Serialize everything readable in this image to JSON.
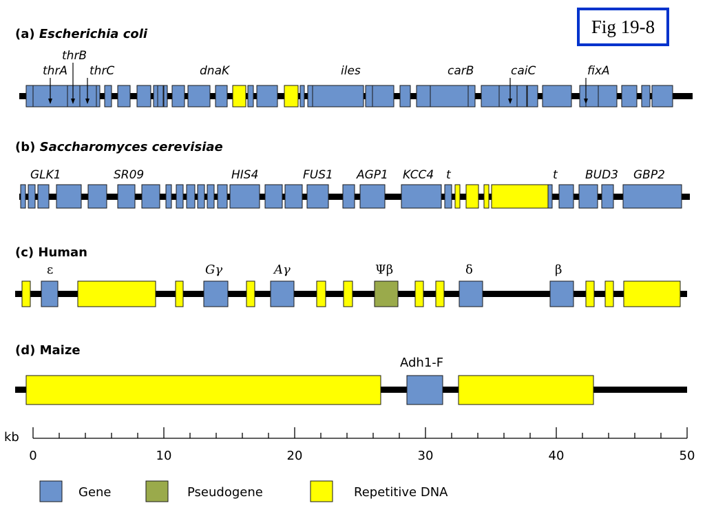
{
  "badge": "Fig 19-8",
  "colors": {
    "gene": "#6b93cd",
    "pseudogene": "#9aaa4b",
    "repeat": "#ffff00",
    "badge_border": "#0033cc"
  },
  "scale": {
    "unit": "kb",
    "min": 0,
    "max": 50,
    "labels": [
      "0",
      "10",
      "20",
      "30",
      "40",
      "50"
    ]
  },
  "legend": [
    {
      "kind": "gene",
      "label": "Gene"
    },
    {
      "kind": "pseudogene",
      "label": "Pseudogene"
    },
    {
      "kind": "repeat",
      "label": "Repetitive DNA"
    }
  ],
  "panels": [
    {
      "id": "ecoli",
      "prefix": "(a) ",
      "name": "Escherichia coli",
      "name_italic": true,
      "genes": [
        {
          "label": "thrA",
          "arrow": true
        },
        {
          "label": "thrB",
          "arrow": true
        },
        {
          "label": "thrC",
          "arrow": true
        },
        {
          "label": "dnaK"
        },
        {
          "label": "iles"
        },
        {
          "label": "carB"
        },
        {
          "label": "caiC",
          "arrow": true
        },
        {
          "label": "fixA",
          "arrow": true
        }
      ]
    },
    {
      "id": "yeast",
      "prefix": "(b) ",
      "name": "Saccharomyces cerevisiae",
      "name_italic": true,
      "genes": [
        {
          "label": "GLK1"
        },
        {
          "label": "SR09"
        },
        {
          "label": "HIS4"
        },
        {
          "label": "FUS1"
        },
        {
          "label": "AGP1"
        },
        {
          "label": "KCC4"
        },
        {
          "label": "t"
        },
        {
          "label": "t"
        },
        {
          "label": "BUD3"
        },
        {
          "label": "GBP2"
        }
      ]
    },
    {
      "id": "human",
      "prefix": "(c) ",
      "name": "Human",
      "name_italic": false,
      "genes": [
        {
          "label": "ε"
        },
        {
          "label": "Gγ"
        },
        {
          "label": "Aγ"
        },
        {
          "label": "Ψβ"
        },
        {
          "label": "δ"
        },
        {
          "label": "β"
        }
      ]
    },
    {
      "id": "maize",
      "prefix": "(d) ",
      "name": "Maize",
      "name_italic": false,
      "genes": [
        {
          "label": "Adh1-F"
        }
      ]
    }
  ]
}
